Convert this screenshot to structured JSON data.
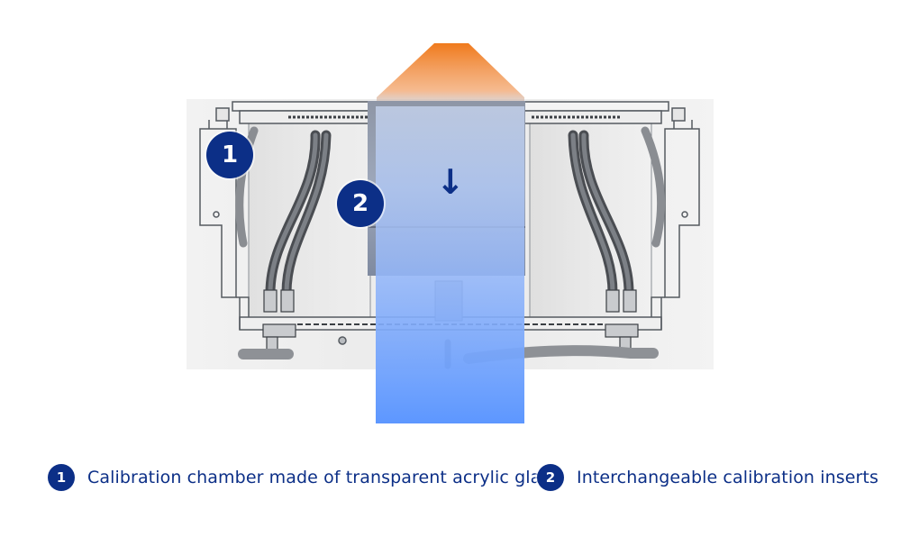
{
  "callouts": [
    {
      "number": "1",
      "label": "Calibration chamber made of transparent acrylic glass"
    },
    {
      "number": "2",
      "label": "Interchangeable calibration inserts"
    }
  ],
  "flow_icon": "arrow-down-icon",
  "colors": {
    "badge": "#0c2f87",
    "source_top": "#f07a1c",
    "beam": "#5d97ff",
    "frame_line": "#555a60",
    "hose": "#4a4d52"
  }
}
